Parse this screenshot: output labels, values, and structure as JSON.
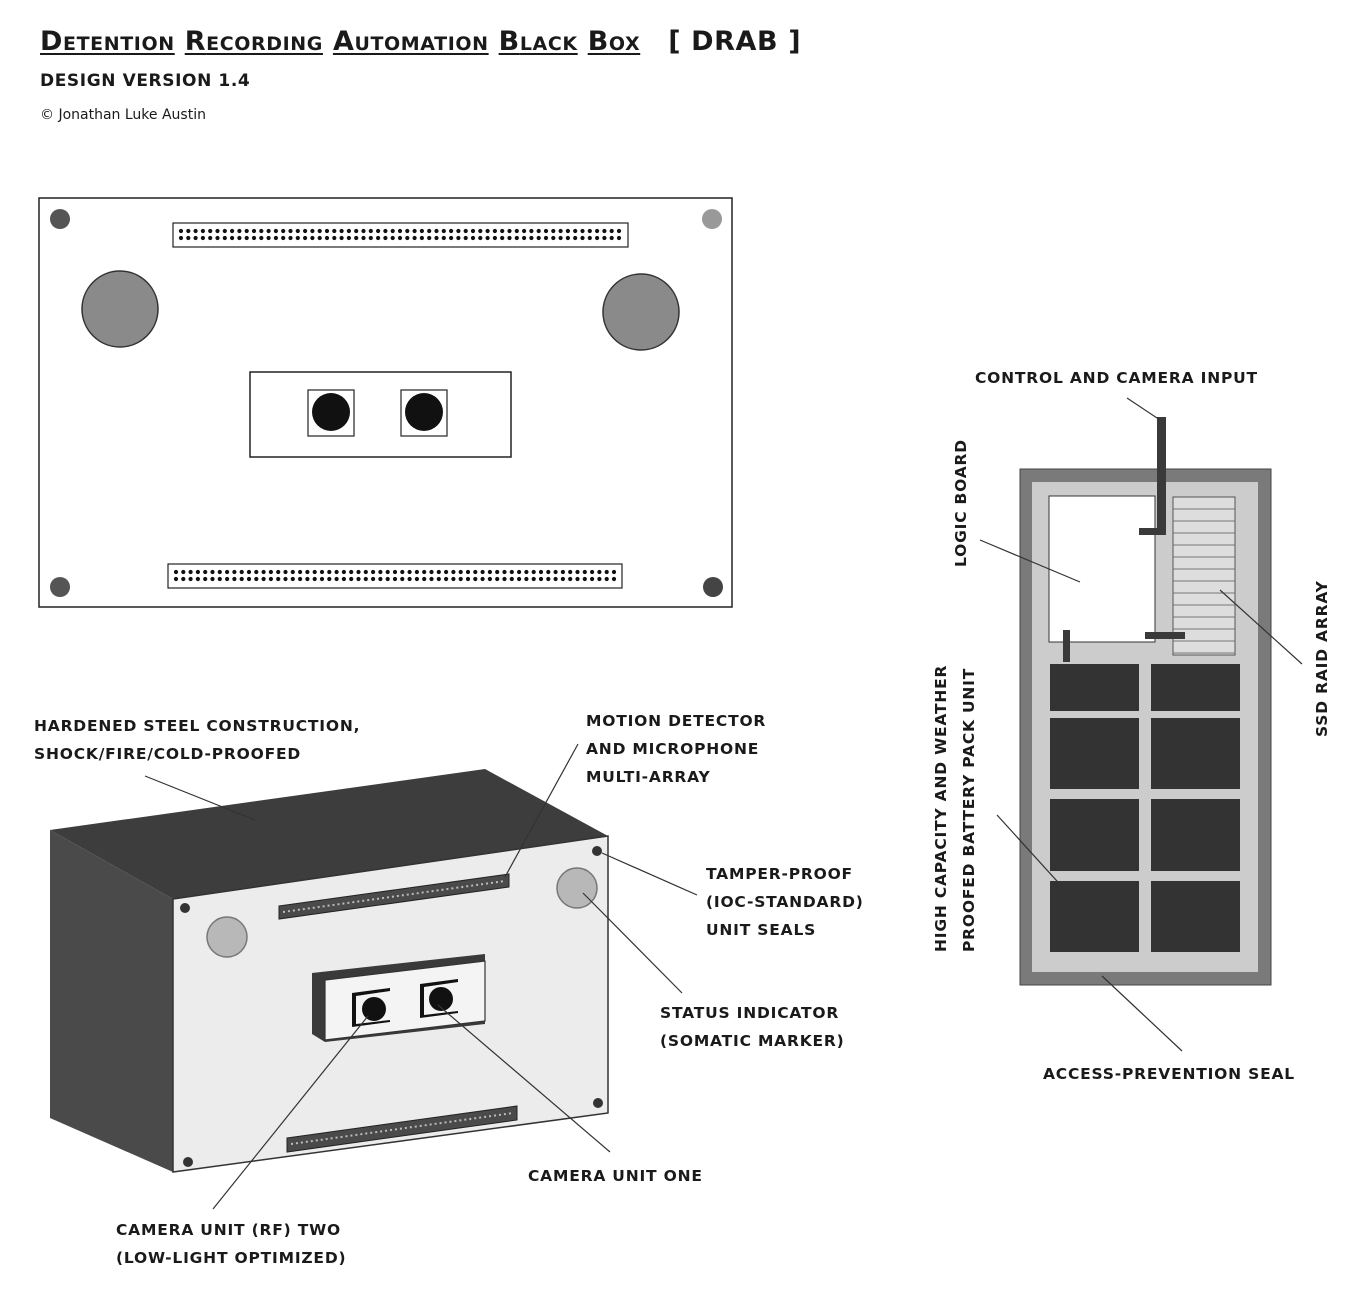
{
  "header": {
    "title_words": [
      {
        "initial": "D",
        "rest": "etention"
      },
      {
        "initial": "R",
        "rest": "ecording"
      },
      {
        "initial": "A",
        "rest": "utomation"
      },
      {
        "initial": "B",
        "rest": "lack"
      },
      {
        "initial": "B",
        "rest": "ox"
      }
    ],
    "acronym": "[ DRAB ]",
    "version": "DESIGN VERSION 1.4",
    "copyright": "© Jonathan Luke Austin"
  },
  "labels": {
    "steel": [
      "HARDENED STEEL CONSTRUCTION,",
      "SHOCK/FIRE/COLD-PROOFED"
    ],
    "motion": [
      "MOTION DETECTOR",
      "AND MICROPHONE",
      "MULTI-ARRAY"
    ],
    "seals": [
      "TAMPER-PROOF",
      "(IOC-STANDARD)",
      "UNIT SEALS"
    ],
    "status": [
      "STATUS INDICATOR",
      "(SOMATIC MARKER)"
    ],
    "camera_one": "CAMERA UNIT ONE",
    "camera_two": [
      "CAMERA UNIT (RF) TWO",
      "(LOW-LIGHT OPTIMIZED)"
    ],
    "control_input": "CONTROL AND CAMERA INPUT",
    "logic_board": "LOGIC BOARD",
    "ssd_raid": "SSD RAID ARRAY",
    "battery": [
      "HIGH CAPACITY AND WEATHER",
      "PROOFED BATTERY PACK UNIT"
    ],
    "access_seal": "ACCESS-PREVENTION SEAL"
  },
  "colors": {
    "dark": "#333333",
    "mid": "#8a8a8a",
    "frame": "#7a7a7a",
    "light": "#cccccc",
    "panel": "#ececec"
  }
}
